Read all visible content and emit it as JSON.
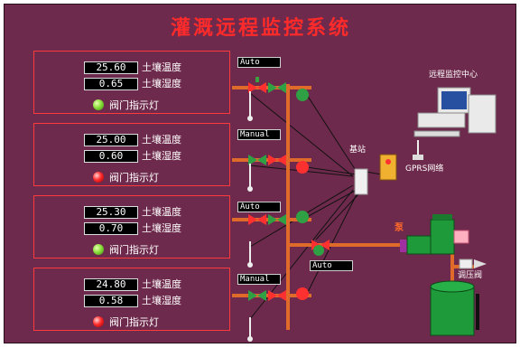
{
  "title": "灌溉远程监控系统",
  "panels": [
    {
      "temp_value": "25.60",
      "temp_label": "土壤温度",
      "hum_value": "0.65",
      "hum_label": "土壤湿度",
      "lamp_color": "green",
      "lamp_label": "阀门指示灯",
      "mode": "Auto"
    },
    {
      "temp_value": "25.00",
      "temp_label": "土壤温度",
      "hum_value": "0.60",
      "hum_label": "土壤湿度",
      "lamp_color": "red",
      "lamp_label": "阀门指示灯",
      "mode": "Manual"
    },
    {
      "temp_value": "25.30",
      "temp_label": "土壤温度",
      "hum_value": "0.70",
      "hum_label": "土壤湿度",
      "lamp_color": "green",
      "lamp_label": "阀门指示灯",
      "mode": "Auto"
    },
    {
      "temp_value": "24.80",
      "temp_label": "土壤温度",
      "hum_value": "0.58",
      "hum_label": "土壤湿度",
      "lamp_color": "red",
      "lamp_label": "阀门指示灯",
      "mode": "Manual"
    }
  ],
  "main_mode": "Auto",
  "base_station_label": "基站",
  "gprs_label": "GPRS网络",
  "remote_center_label": "远程监控中心",
  "pump_label": "泵",
  "regulator_label": "调压阀",
  "colors": {
    "background": "#6e2a4c",
    "pipe": "#e06a2a",
    "panel_border": "#ff3b3b",
    "title": "#ff2a2a",
    "lamp_on": "#8be03a",
    "lamp_off": "#ff2a2a"
  }
}
